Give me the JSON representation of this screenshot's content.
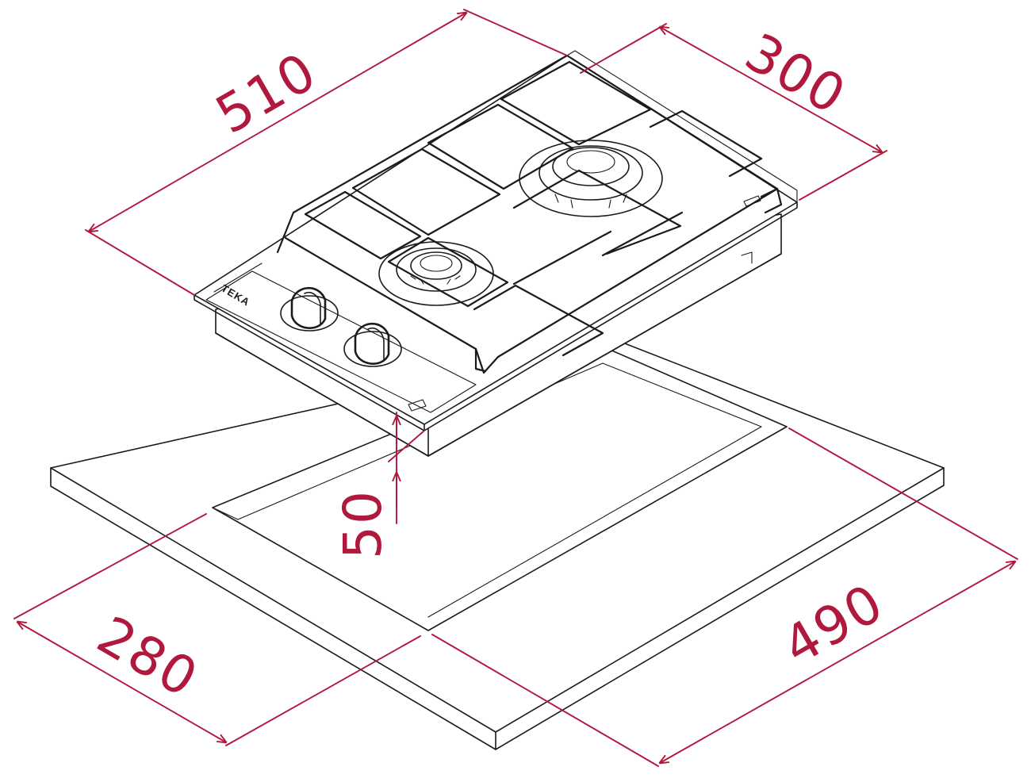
{
  "dimensions": {
    "length": "510",
    "depth": "300",
    "height": "50",
    "cutout_width": "280",
    "cutout_length": "490"
  },
  "brand_label": "TEKA",
  "colors": {
    "dimension_red": "#b0183d",
    "line_black": "#1a1a1a",
    "background": "#ffffff"
  }
}
